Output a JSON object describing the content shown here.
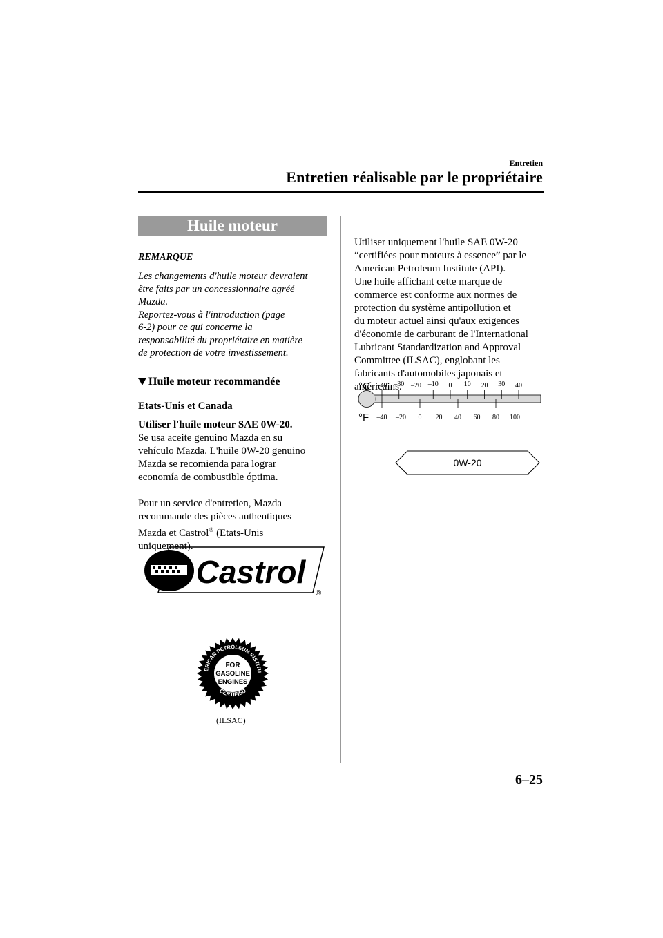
{
  "header": {
    "section": "Entretien",
    "title": "Entretien réalisable par le propriétaire"
  },
  "left": {
    "banner": "Huile moteur",
    "note_label": "REMARQUE",
    "note_lines": [
      "Les changements d'huile moteur devraient",
      "être faits par un concessionnaire agréé",
      "Mazda.",
      "Reportez-vous à l'introduction (page",
      "6-2) pour ce qui concerne la",
      "responsabilité du propriétaire en matière",
      "de protection de votre investissement."
    ],
    "subhead": "Huile moteur recommandée",
    "region": "Etats-Unis et Canada",
    "bold_line": "Utiliser l'huile moteur SAE 0W-20.",
    "para1_lines": [
      "Se usa aceite genuino Mazda en su",
      "vehículo Mazda. L'huile 0W-20 genuino",
      "Mazda se recomienda para lograr",
      "economía de combustible óptima."
    ],
    "para2_lines": [
      "Pour un service d'entretien, Mazda",
      "recommande des pièces authentiques",
      "Mazda et Castrol",
      "(Etats-Unis",
      "uniquement)."
    ],
    "registered_mark": "®"
  },
  "right": {
    "lines": [
      "Utiliser uniquement l'huile SAE 0W-20",
      "“certifiées pour moteurs à essence” par le",
      "American Petroleum Institute (API).",
      "Une huile affichant cette marque de",
      "commerce est conforme aux normes de",
      "protection du système antipollution et",
      "du moteur actuel ainsi qu'aux exigences",
      "d'économie de carburant de l'International",
      "Lubricant Standardization and Approval",
      "Committee (ILSAC), englobant les",
      "fabricants d'automobiles japonais et",
      "américains."
    ]
  },
  "logos": {
    "castrol": "Castrol",
    "castrol_mark": "®",
    "api_ring_top": "AMERICAN PETROLEUM INSTITUTE",
    "api_ring_bottom": "CERTIFIED",
    "api_center": [
      "FOR",
      "GASOLINE",
      "ENGINES"
    ],
    "ilsac_caption": "(ILSAC)"
  },
  "chart": {
    "celsius_label": "°C",
    "fahrenheit_label": "°F",
    "celsius_ticks": [
      "–40",
      "–30",
      "–20",
      "–10",
      "0",
      "10",
      "20",
      "30",
      "40"
    ],
    "fahrenheit_ticks": [
      "–40",
      "–20",
      "0",
      "20",
      "40",
      "60",
      "80",
      "100"
    ],
    "celsius_min": -40,
    "celsius_max": 40,
    "grade": "0W-20",
    "grade_range_c": [
      -40,
      40
    ]
  },
  "page_number": "6–25"
}
